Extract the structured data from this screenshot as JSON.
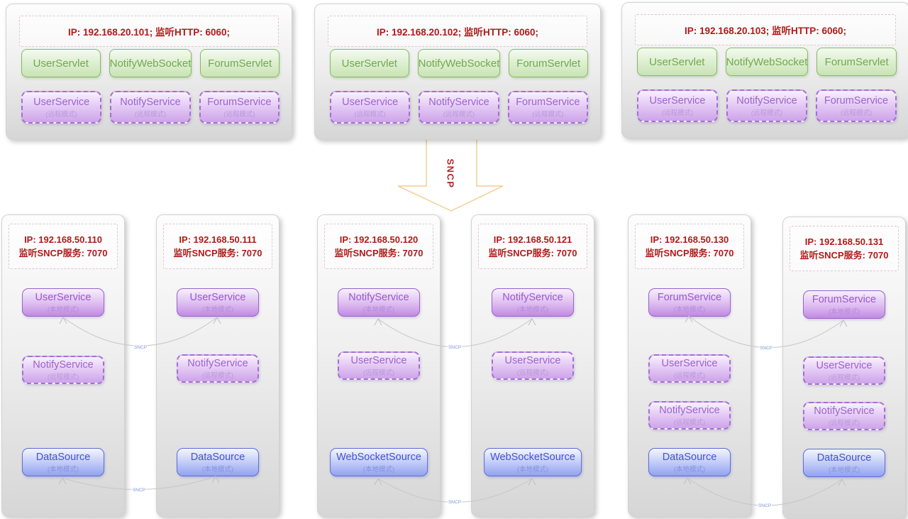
{
  "colors": {
    "red_text": "#b11a1a",
    "green_border": "#85ba62",
    "purple_border": "#a56fd2",
    "blue_border": "#5c6cd8",
    "arrow_outline": "#f0cd8e",
    "connector_line": "#c6c6c6",
    "container_gradient_bottom": "#d6d6d6"
  },
  "arrow": {
    "label": "SNCP"
  },
  "connector_label": "SNCP",
  "top_servers": [
    {
      "ip": "IP: 192.168.20.101;  监听HTTP: 6060;",
      "servlets": [
        "UserServlet",
        "NotifyWebSocket",
        "ForumServlet"
      ],
      "services": [
        {
          "name": "UserService",
          "mode": "(远程模式)"
        },
        {
          "name": "NotifyService",
          "mode": "(远程模式)"
        },
        {
          "name": "ForumService",
          "mode": "(远程模式)"
        }
      ]
    },
    {
      "ip": "IP: 192.168.20.102;  监听HTTP: 6060;",
      "servlets": [
        "UserServlet",
        "NotifyWebSocket",
        "ForumServlet"
      ],
      "services": [
        {
          "name": "UserService",
          "mode": "(远程模式)"
        },
        {
          "name": "NotifyService",
          "mode": "(远程模式)"
        },
        {
          "name": "ForumService",
          "mode": "(远程模式)"
        }
      ]
    },
    {
      "ip": "IP: 192.168.20.103;  监听HTTP: 6060;",
      "servlets": [
        "UserServlet",
        "NotifyWebSocket",
        "ForumServlet"
      ],
      "services": [
        {
          "name": "UserService",
          "mode": "(远程模式)"
        },
        {
          "name": "NotifyService",
          "mode": "(远程模式)"
        },
        {
          "name": "ForumService",
          "mode": "(远程模式)"
        }
      ]
    }
  ],
  "sncp_servers": [
    {
      "ip1": "IP: 192.168.50.110",
      "ip2": "监听SNCP服务: 7070",
      "services": [
        {
          "name": "UserService",
          "mode": "(本地模式)"
        },
        {
          "name": "NotifyService",
          "mode": "(远程模式)"
        },
        {
          "name": "DataSource",
          "mode": "(本地模式)"
        }
      ]
    },
    {
      "ip1": "IP: 192.168.50.111",
      "ip2": "监听SNCP服务: 7070",
      "services": [
        {
          "name": "UserService",
          "mode": "(本地模式)"
        },
        {
          "name": "NotifyService",
          "mode": "(远程模式)"
        },
        {
          "name": "DataSource",
          "mode": "(本地模式)"
        }
      ]
    },
    {
      "ip1": "IP: 192.168.50.120",
      "ip2": "监听SNCP服务: 7070",
      "services": [
        {
          "name": "NotifyService",
          "mode": "(本地模式)"
        },
        {
          "name": "UserService",
          "mode": "(远程模式)"
        },
        {
          "name": "WebSocketSource",
          "mode": "(本地模式)"
        }
      ]
    },
    {
      "ip1": "IP: 192.168.50.121",
      "ip2": "监听SNCP服务: 7070",
      "services": [
        {
          "name": "NotifyService",
          "mode": "(本地模式)"
        },
        {
          "name": "UserService",
          "mode": "(远程模式)"
        },
        {
          "name": "WebSocketSource",
          "mode": "(本地模式)"
        }
      ]
    },
    {
      "ip1": "IP: 192.168.50.130",
      "ip2": "监听SNCP服务: 7070",
      "services": [
        {
          "name": "ForumService",
          "mode": "(本地模式)"
        },
        {
          "name": "UserService",
          "mode": "(远程模式)"
        },
        {
          "name": "NotifyService",
          "mode": "(远程模式)"
        },
        {
          "name": "DataSource",
          "mode": "(本地模式)"
        }
      ]
    },
    {
      "ip1": "IP: 192.168.50.131",
      "ip2": "监听SNCP服务: 7070",
      "services": [
        {
          "name": "ForumService",
          "mode": "(本地模式)"
        },
        {
          "name": "UserService",
          "mode": "(远程模式)"
        },
        {
          "name": "NotifyService",
          "mode": "(远程模式)"
        },
        {
          "name": "DataSource",
          "mode": "(本地模式)"
        }
      ]
    }
  ]
}
